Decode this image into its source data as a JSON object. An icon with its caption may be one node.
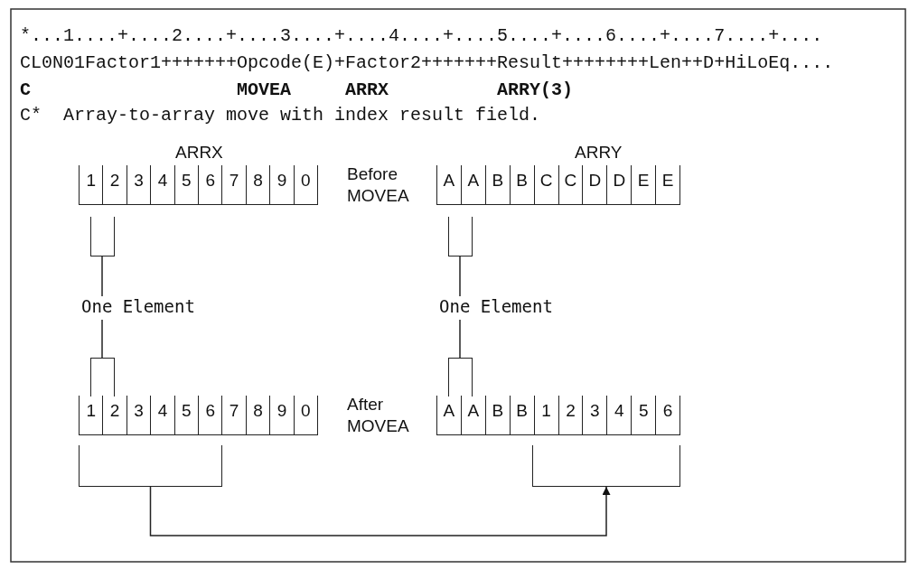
{
  "diagram": {
    "nodes": [
      {
        "text": [
          "1",
          "2",
          "3",
          "4",
          "5",
          "6",
          "7",
          "8",
          "9",
          "0"
        ]
      },
      {
        "text": [
          "A",
          "A",
          "B",
          "B",
          "C",
          "C",
          "D",
          "D",
          "E",
          "E"
        ]
      },
      {
        "text": [],
        "shape": "bracket"
      },
      {
        "text": [],
        "shape": "bracket"
      },
      {
        "text": [
          "One Element"
        ]
      },
      {
        "text": [
          "One Element"
        ]
      },
      {
        "text": [],
        "shape": "bracket"
      },
      {
        "text": [],
        "shape": "bracket"
      },
      {
        "text": [
          "1",
          "2",
          "3",
          "4",
          "5",
          "6",
          "7",
          "8",
          "9",
          "0"
        ]
      },
      {
        "text": [
          "A",
          "A",
          "B",
          "B",
          "1",
          "2",
          "3",
          "4",
          "5",
          "6"
        ]
      },
      {
        "text": [],
        "shape": "bracket"
      },
      {
        "text": [],
        "shape": "bracket"
      }
    ],
    "edges": [
      {
        "from": 2,
        "to": 4,
        "arrow": "none"
      },
      {
        "from": 4,
        "to": 6,
        "arrow": "none"
      },
      {
        "from": 3,
        "to": 5,
        "arrow": "none"
      },
      {
        "from": 5,
        "to": 7,
        "arrow": "none"
      },
      {
        "from": 10,
        "to": 11,
        "arrow": "to"
      }
    ],
    "labels": [
      "*...1....+....2....+....3....+....4....+....5....+....6....+....7....+....",
      "CL0N01Factor1+++++++Opcode(E)+Factor2+++++++Result++++++++Len++D+HiLoEq....",
      "C",
      "MOVEA",
      "ARRX",
      "ARRY(3)",
      "C*  Array-to-array move with index result field.",
      "ARRX",
      "ARRY",
      "Before MOVEA",
      "After MOVEA"
    ]
  }
}
